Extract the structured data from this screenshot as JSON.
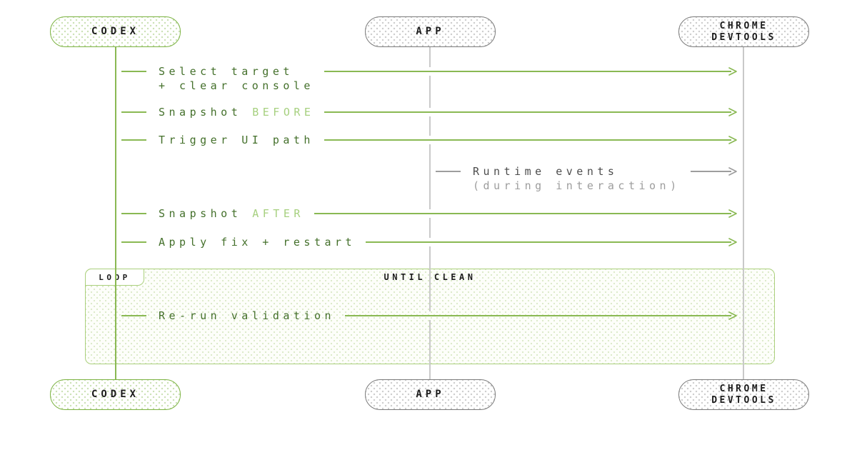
{
  "actors": {
    "codex": {
      "line1": "CODEX",
      "line2": ""
    },
    "app": {
      "line1": "APP",
      "line2": ""
    },
    "devtools": {
      "line1": "CHROME",
      "line2": "DEVTOOLS"
    }
  },
  "messages": [
    {
      "from": "codex",
      "to": "devtools",
      "text": "Select target",
      "text2": "+ clear console",
      "accent": ""
    },
    {
      "from": "codex",
      "to": "devtools",
      "text": "Snapshot",
      "text2": "",
      "accent": "BEFORE"
    },
    {
      "from": "codex",
      "to": "devtools",
      "text": "Trigger UI path",
      "text2": "",
      "accent": ""
    },
    {
      "from": "app",
      "to": "devtools",
      "text": "Runtime events",
      "text2": "(during interaction)",
      "accent": ""
    },
    {
      "from": "codex",
      "to": "devtools",
      "text": "Snapshot",
      "text2": "",
      "accent": "AFTER"
    },
    {
      "from": "codex",
      "to": "devtools",
      "text": "Apply fix + restart",
      "text2": "",
      "accent": ""
    }
  ],
  "loop": {
    "label": "LOOP",
    "condition": "UNTIL CLEAN",
    "message": {
      "from": "codex",
      "to": "devtools",
      "text": "Re-run validation",
      "text2": "",
      "accent": ""
    }
  },
  "colors": {
    "green_border": "#7cb342",
    "green_line": "#8ab953",
    "green_dark_text": "#44702b",
    "green_accent_text": "#a6d07f",
    "loop_border": "#abd07d",
    "gray_border": "#7b7b7b",
    "gray_line": "#c9c9c9",
    "gray_arrow": "#9d9d9d",
    "gray_dark_text": "#4d4d4d",
    "gray_light_text": "#9d9d9d",
    "ink": "#1c1c1c"
  }
}
